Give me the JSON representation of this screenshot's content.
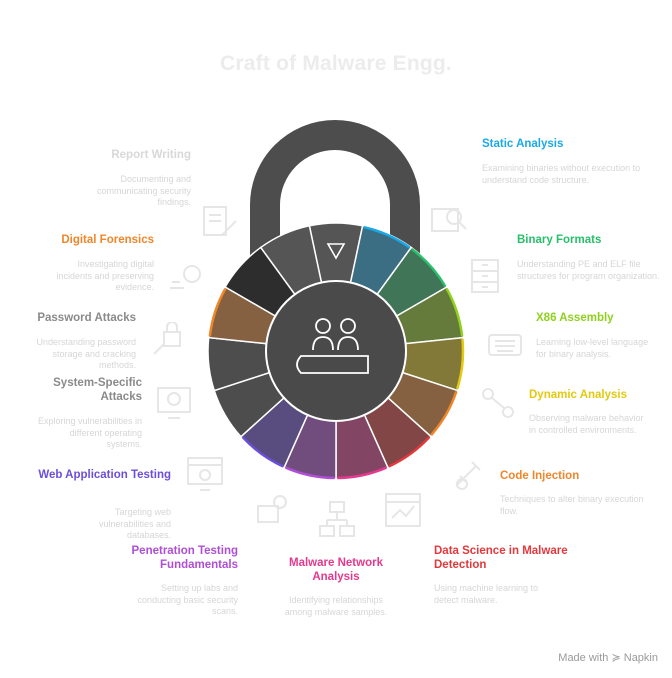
{
  "title": "Craft of Malware Engg.",
  "brand": "Made with ≽ Napkin",
  "segments": [
    {
      "label": "Static Analysis",
      "desc": "Examining binaries without execution to understand code structure.",
      "color": "#1aa9e6"
    },
    {
      "label": "Binary Formats",
      "desc": "Understanding PE and ELF file structures for program organization.",
      "color": "#27c06b"
    },
    {
      "label": "X86 Assembly",
      "desc": "Learning low-level language for binary analysis.",
      "color": "#8fd11c"
    },
    {
      "label": "Dynamic Analysis",
      "desc": "Observing malware behavior in controlled environments.",
      "color": "#e3c90f"
    },
    {
      "label": "Code Injection",
      "desc": "Techniques to alter binary execution flow.",
      "color": "#f0862a"
    },
    {
      "label": "Data Science in Malware Detection",
      "desc": "Using machine learning to detect malware.",
      "color": "#e3393c"
    },
    {
      "label": "Malware Network Analysis",
      "desc": "Identifying relationships among malware samples.",
      "color": "#e5398f"
    },
    {
      "label": "Penetration Testing Fundamentals",
      "desc": "Setting up labs and conducting basic security scans.",
      "color": "#b04ed6"
    },
    {
      "label": "Web Application Testing",
      "desc": "Targeting web vulnerabilities and databases.",
      "color": "#6d4ed9"
    },
    {
      "label": "System-Specific Attacks",
      "desc": "Exploring vulnerabilities in different operating systems.",
      "color": "#8a8a8a"
    },
    {
      "label": "Password Attacks",
      "desc": "Understanding password storage and cracking methods.",
      "color": "#8a8a8a"
    },
    {
      "label": "Digital Forensics",
      "desc": "Investigating digital incidents and preserving evidence.",
      "color": "#f0862a"
    },
    {
      "label": "Report Writing",
      "desc": "Documenting and communicating security findings.",
      "color": "#d8d8d8"
    }
  ]
}
